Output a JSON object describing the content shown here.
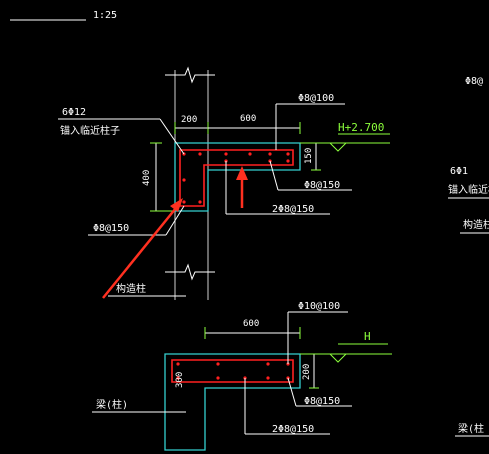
{
  "header": {
    "scale_label": "1:25"
  },
  "colors": {
    "background": "#000000",
    "outline": "#35d0d0",
    "rebar": "#ff2020",
    "dim_line": "#ffffff",
    "elev_line": "#8cff3c",
    "arrow": "#ff3020"
  },
  "upper_detail": {
    "column_width": "200",
    "cantilever_length": "600",
    "top_rebar": "Φ8@100",
    "elevation": "H+2.700",
    "slab_thickness": "150",
    "stirrup": "Φ8@150",
    "bottom_rebar": "2Φ8@150",
    "left_bar_spec": "6Φ12",
    "left_bar_note": "锚入临近柱子",
    "left_stirrup": "Φ8@150",
    "left_height": "400"
  },
  "lower_detail": {
    "column_label": "构造柱",
    "cantilever_length": "600",
    "top_rebar": "Φ10@100",
    "elevation": "H",
    "slab_thickness": "200",
    "left_height": "300",
    "stirrup": "Φ8@150",
    "bottom_rebar": "2Φ8@150",
    "beam_label": "梁(柱)"
  },
  "right_partial": {
    "rebar_top": "Φ8@",
    "bar_spec": "6Φ1",
    "anchor_note": "锚入临近柱",
    "column_note": "构造柱",
    "beam_note": "梁(柱"
  }
}
